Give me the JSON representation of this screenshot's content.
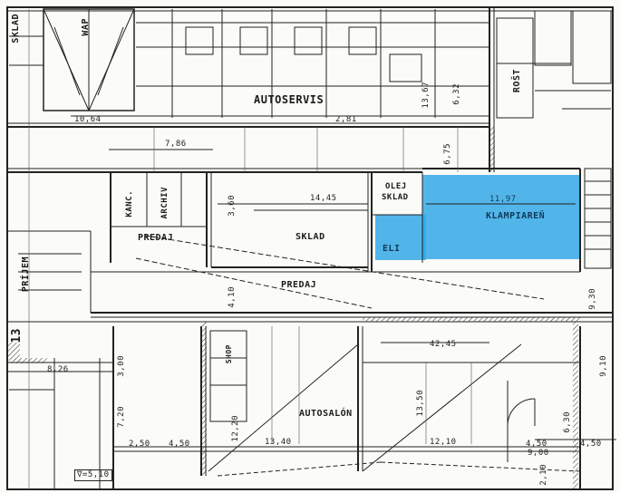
{
  "rooms": {
    "sklad_left": "SKLAD",
    "wap": "WAP",
    "autoservis": "AUTOSERVIS",
    "rost": "ROŠT",
    "sklad_main": "SKLAD",
    "olej_sklad_1": "OLEJ",
    "olej_sklad_2": "SKLAD",
    "klampiaren": "KLAMPIAREŇ",
    "eli": "ELI",
    "kanc": "KANC.",
    "archiv": "ARCHIV",
    "predaj_small": "PREDAJ",
    "predaj_main": "PREDAJ",
    "prijem": "PRÍJEM",
    "shop": "SHOP",
    "autosalon": "AUTOSALÓN"
  },
  "dimensions": {
    "d_1064": "10,64",
    "d_786": "7,86",
    "d_1445": "14,45",
    "d_1197": "11,97",
    "d_1367": "13,67",
    "d_632": "6,32",
    "d_675": "6,75",
    "d_360": "3,60",
    "d_410": "4,10",
    "d_826": "8,26",
    "d_300": "3,00",
    "d_720": "7,20",
    "d_1220": "12,20",
    "d_1340": "13,40",
    "d_1350": "13,50",
    "d_4245": "42,45",
    "d_1210": "12,10",
    "d_930": "9,30",
    "d_910": "9,10",
    "d_630": "6,30",
    "d_250": "2,50",
    "d_450a": "4,50",
    "d_450b": "4,50",
    "d_450c": "4,50",
    "d_900": "9,00",
    "d_210": "2,10",
    "d_281": "2,81",
    "level": "∇=5,10",
    "section": "13"
  },
  "highlight_color": "#33a8e6"
}
